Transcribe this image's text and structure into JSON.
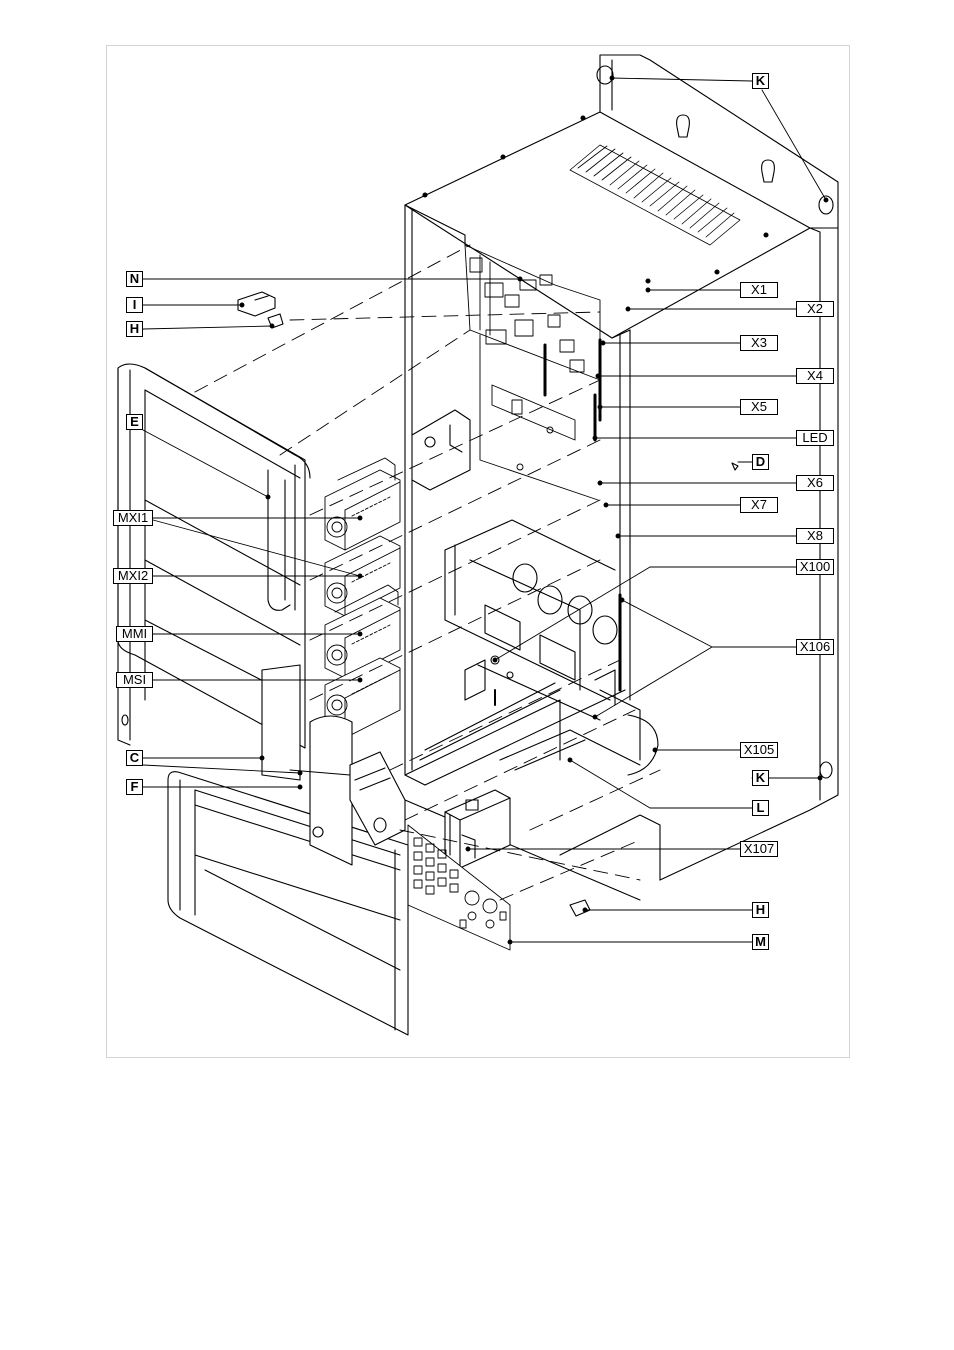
{
  "labels": {
    "K_top": "K",
    "N": "N",
    "I": "I",
    "H_left": "H",
    "E": "E",
    "MXI1": "MXI1",
    "MXI2": "MXI2",
    "MMI": "MMI",
    "MSI": "MSI",
    "C": "C",
    "F": "F",
    "X1": "X1",
    "X2": "X2",
    "X3": "X3",
    "X4": "X4",
    "X5": "X5",
    "LED": "LED",
    "D": "D",
    "X6": "X6",
    "X7": "X7",
    "X8": "X8",
    "X100": "X100",
    "X106": "X106",
    "X105": "X105",
    "K_bottom": "K",
    "L": "L",
    "X107": "X107",
    "H_right": "H",
    "M": "M"
  },
  "colors": {
    "line": "#000000",
    "frame": "#d4d4d4",
    "background": "#ffffff"
  }
}
